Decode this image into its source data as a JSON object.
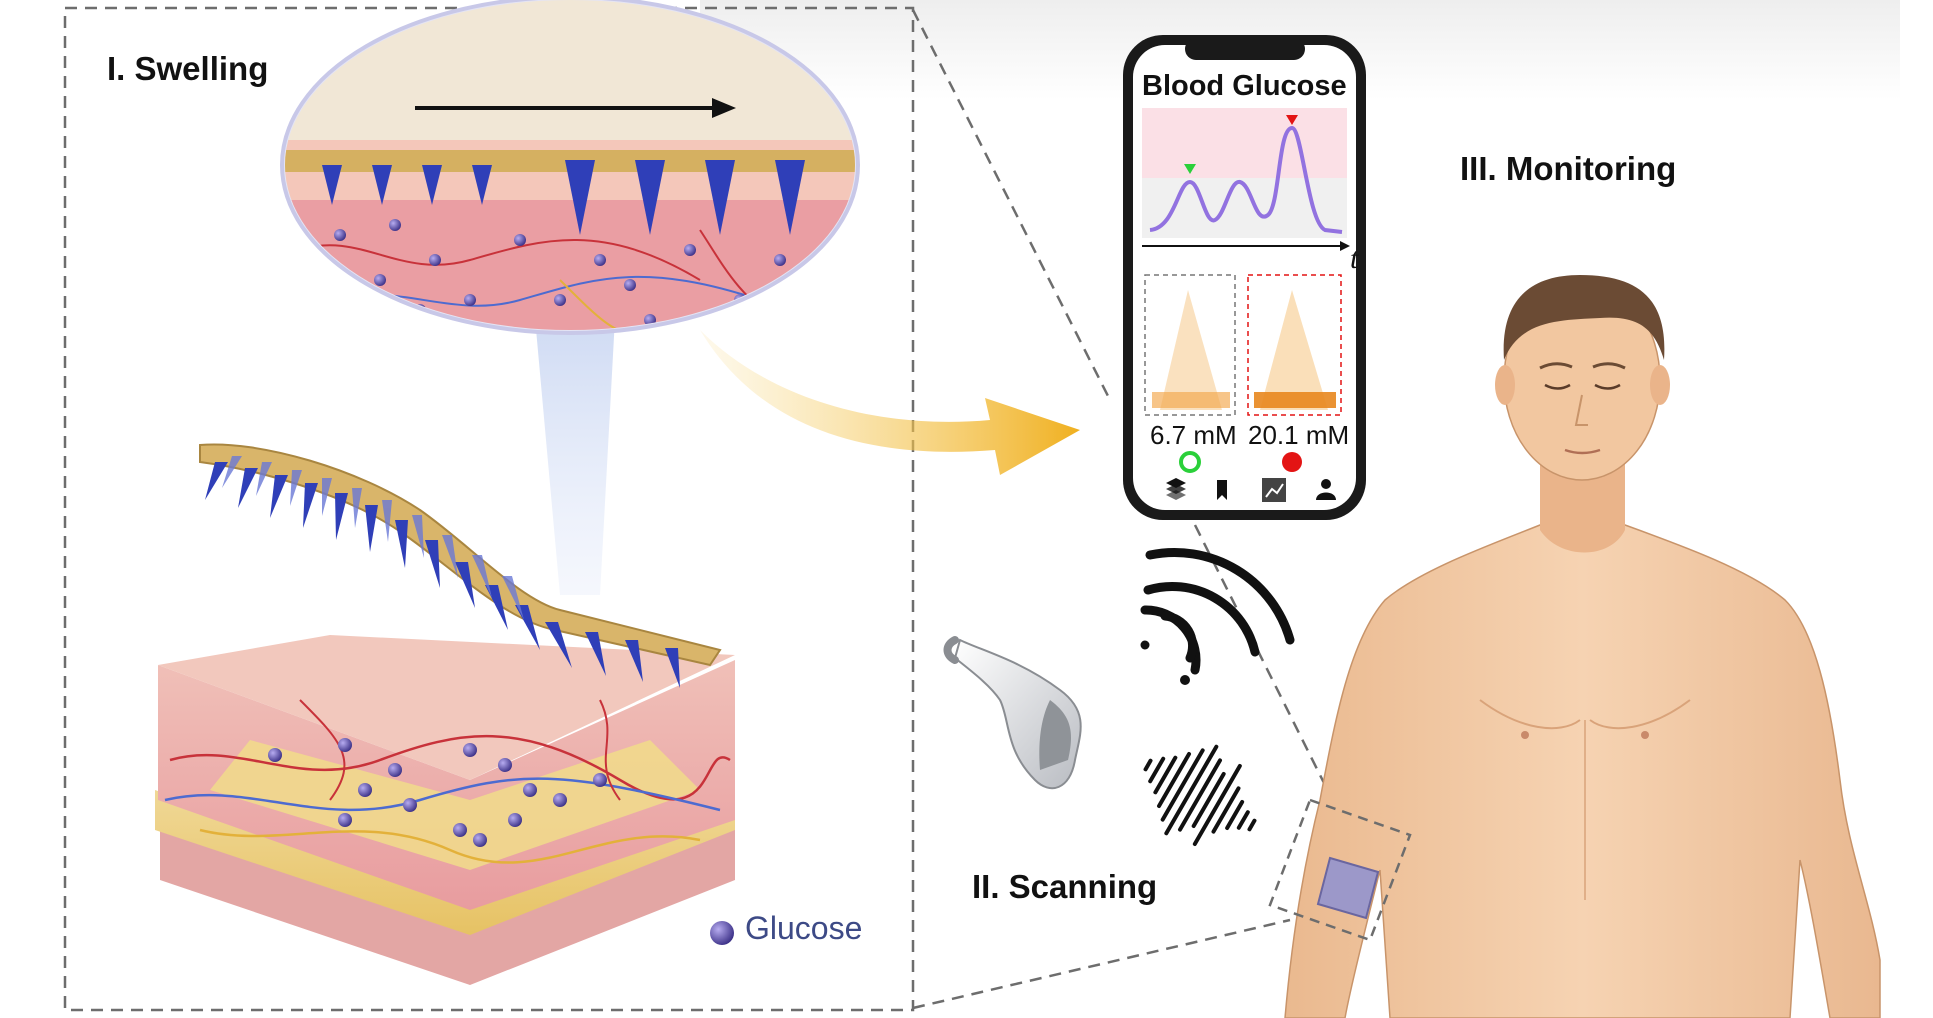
{
  "labels": {
    "swelling": "I. Swelling",
    "scanning": "II. Scanning",
    "monitoring": "III. Monitoring",
    "legend_glucose": "Glucose"
  },
  "phone": {
    "title": "Blood Glucose",
    "axis_label": "t",
    "reading_low": "6.7 mM",
    "reading_high": "20.1 mM",
    "status_low_color": "#2bd03a",
    "status_high_color": "#e31414",
    "nav_icons": [
      "layers-icon",
      "bookmark-icon",
      "trend-chart-icon",
      "user-icon"
    ]
  },
  "colors": {
    "glucose": "#4a3d8f",
    "microneedle": "#2f3fb8",
    "skin_pink": "#e9a7a9",
    "fat_yellow": "#efd585",
    "body_skin": "#f2cba7",
    "arrow_gold": "#f2b727",
    "patch": "#9c98c9"
  }
}
